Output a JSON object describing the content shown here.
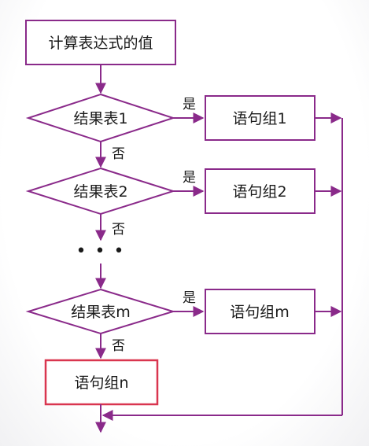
{
  "colors": {
    "line": "#8a2a8a",
    "node_border": "#8a2a8a",
    "highlight_border": "#d9354f",
    "text": "#1a1a1a"
  },
  "nodes": {
    "start": "计算表达式的值",
    "cond1": "结果表1",
    "cond2": "结果表2",
    "condm": "结果表m",
    "stmt1": "语句组1",
    "stmt2": "语句组2",
    "stmtm": "语句组m",
    "stmtn": "语句组n",
    "ellipsis": "• • •"
  },
  "edges": {
    "yes1": "是",
    "yes2": "是",
    "yesm": "是",
    "no1": "否",
    "no2": "否",
    "nom": "否"
  }
}
